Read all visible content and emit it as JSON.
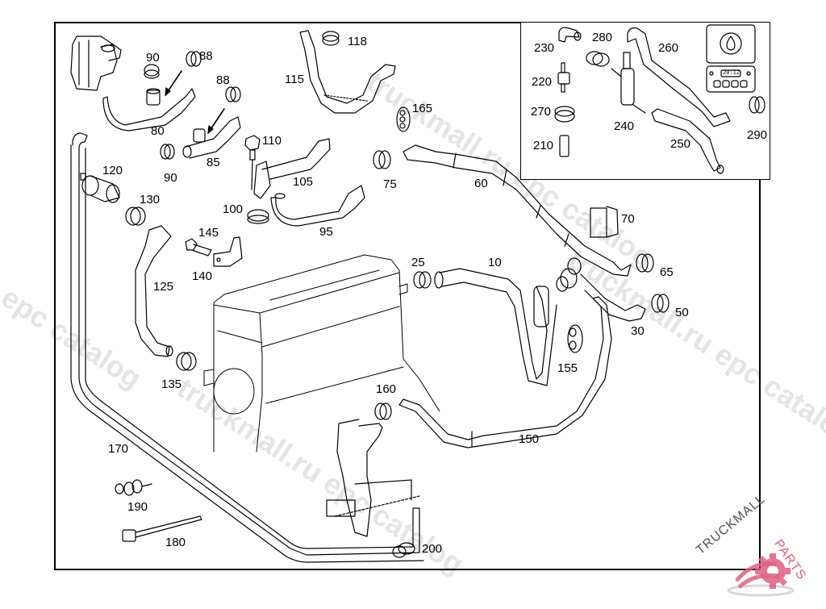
{
  "diagram": {
    "title": "Coolant hoses / auxiliary heater parts diagram",
    "callouts": [
      {
        "id": "p10",
        "label": "10"
      },
      {
        "id": "p25",
        "label": "25"
      },
      {
        "id": "p30",
        "label": "30"
      },
      {
        "id": "p50",
        "label": "50"
      },
      {
        "id": "p60",
        "label": "60"
      },
      {
        "id": "p65",
        "label": "65"
      },
      {
        "id": "p70",
        "label": "70"
      },
      {
        "id": "p75",
        "label": "75"
      },
      {
        "id": "p80",
        "label": "80"
      },
      {
        "id": "p85",
        "label": "85"
      },
      {
        "id": "p88a",
        "label": "88"
      },
      {
        "id": "p88b",
        "label": "88"
      },
      {
        "id": "p90a",
        "label": "90"
      },
      {
        "id": "p90b",
        "label": "90"
      },
      {
        "id": "p95",
        "label": "95"
      },
      {
        "id": "p100",
        "label": "100"
      },
      {
        "id": "p105",
        "label": "105"
      },
      {
        "id": "p110",
        "label": "110"
      },
      {
        "id": "p115",
        "label": "115"
      },
      {
        "id": "p118",
        "label": "118"
      },
      {
        "id": "p120",
        "label": "120"
      },
      {
        "id": "p125",
        "label": "125"
      },
      {
        "id": "p130",
        "label": "130"
      },
      {
        "id": "p135",
        "label": "135"
      },
      {
        "id": "p140",
        "label": "140"
      },
      {
        "id": "p145",
        "label": "145"
      },
      {
        "id": "p150",
        "label": "150"
      },
      {
        "id": "p155",
        "label": "155"
      },
      {
        "id": "p160",
        "label": "160"
      },
      {
        "id": "p165",
        "label": "165"
      },
      {
        "id": "p170",
        "label": "170"
      },
      {
        "id": "p180",
        "label": "180"
      },
      {
        "id": "p190",
        "label": "190"
      },
      {
        "id": "p200",
        "label": "200"
      }
    ],
    "inset_callouts": [
      {
        "id": "p210",
        "label": "210"
      },
      {
        "id": "p220",
        "label": "220"
      },
      {
        "id": "p230",
        "label": "230"
      },
      {
        "id": "p240",
        "label": "240"
      },
      {
        "id": "p250",
        "label": "250"
      },
      {
        "id": "p260",
        "label": "260"
      },
      {
        "id": "p270",
        "label": "270"
      },
      {
        "id": "p280",
        "label": "280"
      },
      {
        "id": "p290",
        "label": "290"
      }
    ],
    "timer_display": "20:12"
  },
  "watermarks": [
    "truckmall.ru epc catalog",
    "truckmall.ru epc catalog",
    "truckmall.ru epc catalog",
    "u epc catalog"
  ],
  "logo": {
    "text_dark": "TRUCKMALL",
    "text_accent": "PARTS",
    "accent_color": "#e0607e"
  }
}
